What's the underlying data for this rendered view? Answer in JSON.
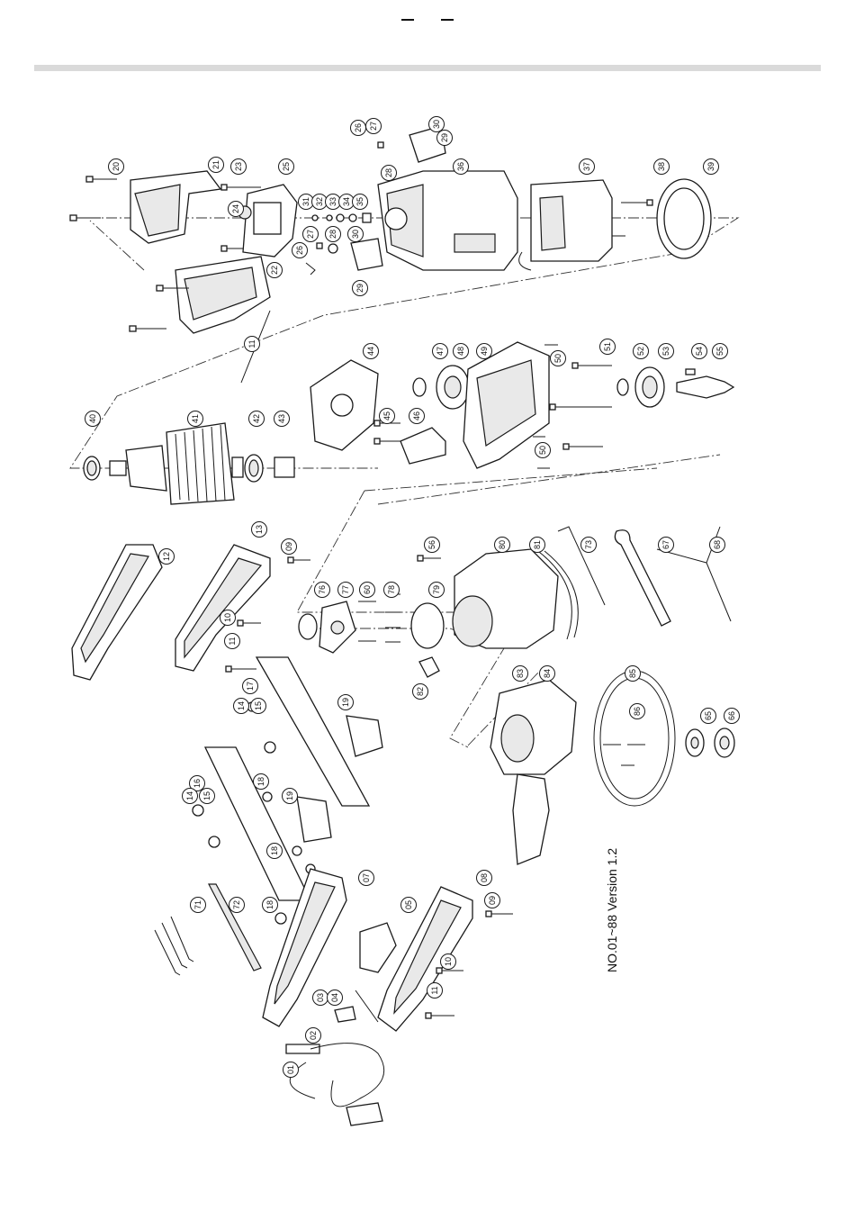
{
  "document": {
    "version_label": "NO.01~88  Version 1.2"
  },
  "callouts": [
    {
      "id": "20a",
      "label": "20"
    },
    {
      "id": "21",
      "label": "21"
    },
    {
      "id": "23",
      "label": "23"
    },
    {
      "id": "25",
      "label": "25"
    },
    {
      "id": "24",
      "label": "24"
    },
    {
      "id": "22",
      "label": "22"
    },
    {
      "id": "11a",
      "label": "11"
    },
    {
      "id": "26a",
      "label": "26"
    },
    {
      "id": "27a",
      "label": "27"
    },
    {
      "id": "30a",
      "label": "30"
    },
    {
      "id": "29a",
      "label": "29"
    },
    {
      "id": "28a",
      "label": "28"
    },
    {
      "id": "36",
      "label": "36"
    },
    {
      "id": "37",
      "label": "37"
    },
    {
      "id": "38",
      "label": "38"
    },
    {
      "id": "39",
      "label": "39"
    },
    {
      "id": "31",
      "label": "31"
    },
    {
      "id": "32",
      "label": "32"
    },
    {
      "id": "33",
      "label": "33"
    },
    {
      "id": "34",
      "label": "34"
    },
    {
      "id": "35",
      "label": "35"
    },
    {
      "id": "27b",
      "label": "27"
    },
    {
      "id": "28b",
      "label": "28"
    },
    {
      "id": "30b",
      "label": "30"
    },
    {
      "id": "26b",
      "label": "26"
    },
    {
      "id": "29b",
      "label": "29"
    },
    {
      "id": "44",
      "label": "44"
    },
    {
      "id": "47",
      "label": "47"
    },
    {
      "id": "48",
      "label": "48"
    },
    {
      "id": "49",
      "label": "49"
    },
    {
      "id": "50a",
      "label": "50"
    },
    {
      "id": "51",
      "label": "51"
    },
    {
      "id": "52",
      "label": "52"
    },
    {
      "id": "53",
      "label": "53"
    },
    {
      "id": "54",
      "label": "54"
    },
    {
      "id": "55",
      "label": "55"
    },
    {
      "id": "40",
      "label": "40"
    },
    {
      "id": "41",
      "label": "41"
    },
    {
      "id": "42",
      "label": "42"
    },
    {
      "id": "43",
      "label": "43"
    },
    {
      "id": "45",
      "label": "45"
    },
    {
      "id": "46",
      "label": "46"
    },
    {
      "id": "50b",
      "label": "50"
    },
    {
      "id": "12",
      "label": "12"
    },
    {
      "id": "13",
      "label": "13"
    },
    {
      "id": "09a",
      "label": "09"
    },
    {
      "id": "10a",
      "label": "10"
    },
    {
      "id": "11b",
      "label": "11"
    },
    {
      "id": "56",
      "label": "56"
    },
    {
      "id": "80",
      "label": "80"
    },
    {
      "id": "81",
      "label": "81"
    },
    {
      "id": "73",
      "label": "73"
    },
    {
      "id": "67",
      "label": "67"
    },
    {
      "id": "68",
      "label": "68"
    },
    {
      "id": "76",
      "label": "76"
    },
    {
      "id": "77",
      "label": "77"
    },
    {
      "id": "60",
      "label": "60"
    },
    {
      "id": "78",
      "label": "78"
    },
    {
      "id": "79",
      "label": "79"
    },
    {
      "id": "82",
      "label": "82"
    },
    {
      "id": "17",
      "label": "17"
    },
    {
      "id": "14a",
      "label": "14"
    },
    {
      "id": "15a",
      "label": "15"
    },
    {
      "id": "19a",
      "label": "19"
    },
    {
      "id": "83",
      "label": "83"
    },
    {
      "id": "84",
      "label": "84"
    },
    {
      "id": "85",
      "label": "85"
    },
    {
      "id": "86",
      "label": "86"
    },
    {
      "id": "65",
      "label": "65"
    },
    {
      "id": "66",
      "label": "66"
    },
    {
      "id": "16",
      "label": "16"
    },
    {
      "id": "14b",
      "label": "14"
    },
    {
      "id": "15b",
      "label": "15"
    },
    {
      "id": "18a",
      "label": "18"
    },
    {
      "id": "19b",
      "label": "19"
    },
    {
      "id": "18b",
      "label": "18"
    },
    {
      "id": "18c",
      "label": "18"
    },
    {
      "id": "07",
      "label": "07"
    },
    {
      "id": "08",
      "label": "08"
    },
    {
      "id": "09b",
      "label": "09"
    },
    {
      "id": "71",
      "label": "71"
    },
    {
      "id": "72",
      "label": "72"
    },
    {
      "id": "05",
      "label": "05"
    },
    {
      "id": "10b",
      "label": "10"
    },
    {
      "id": "11c",
      "label": "11"
    },
    {
      "id": "03",
      "label": "03"
    },
    {
      "id": "04",
      "label": "04"
    },
    {
      "id": "02",
      "label": "02"
    },
    {
      "id": "01",
      "label": "01"
    }
  ]
}
